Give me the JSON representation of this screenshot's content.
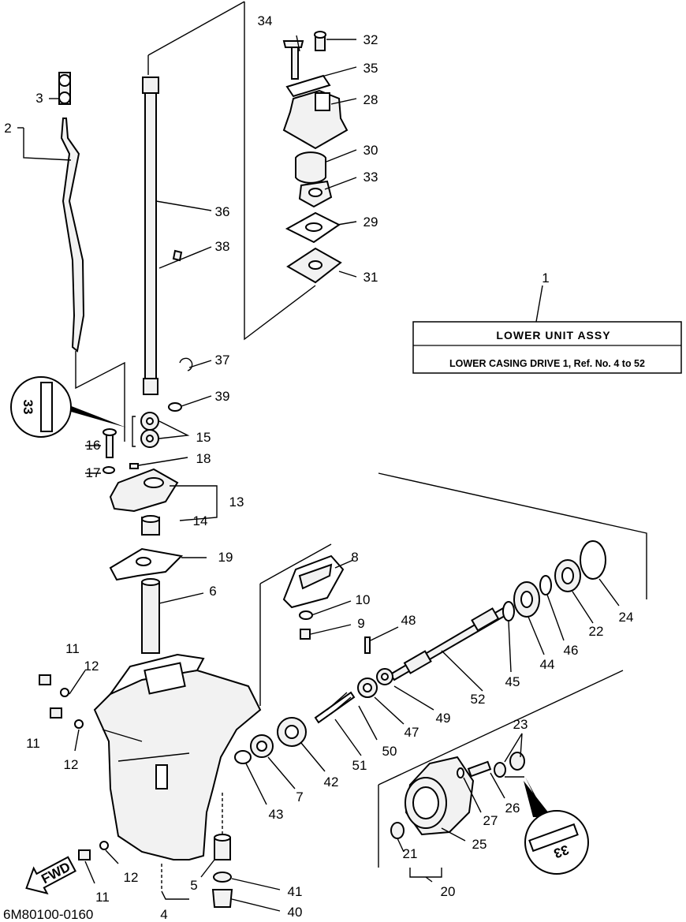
{
  "diagram_id": "6M80100-0160",
  "assembly_box": {
    "ref": "1",
    "title": "LOWER  UNIT ASSY",
    "subtitle": "LOWER CASING DRIVE 1, Ref. No. 4 to 52"
  },
  "fwd_label": "FWD",
  "callout_sealant_top": "33",
  "callout_sealant_bottom": "33",
  "labels": [
    "34",
    "32",
    "35",
    "28",
    "30",
    "33",
    "29",
    "31",
    "36",
    "38",
    "37",
    "39",
    "15",
    "18",
    "16",
    "17",
    "13",
    "14",
    "19",
    "6",
    "8",
    "10",
    "9",
    "48",
    "24",
    "22",
    "46",
    "44",
    "45",
    "52",
    "49",
    "47",
    "50",
    "51",
    "42",
    "7",
    "43",
    "23",
    "27",
    "26",
    "25",
    "21",
    "20",
    "11",
    "12",
    "11",
    "12",
    "12",
    "11",
    "5",
    "4",
    "41",
    "40",
    "2",
    "3"
  ]
}
